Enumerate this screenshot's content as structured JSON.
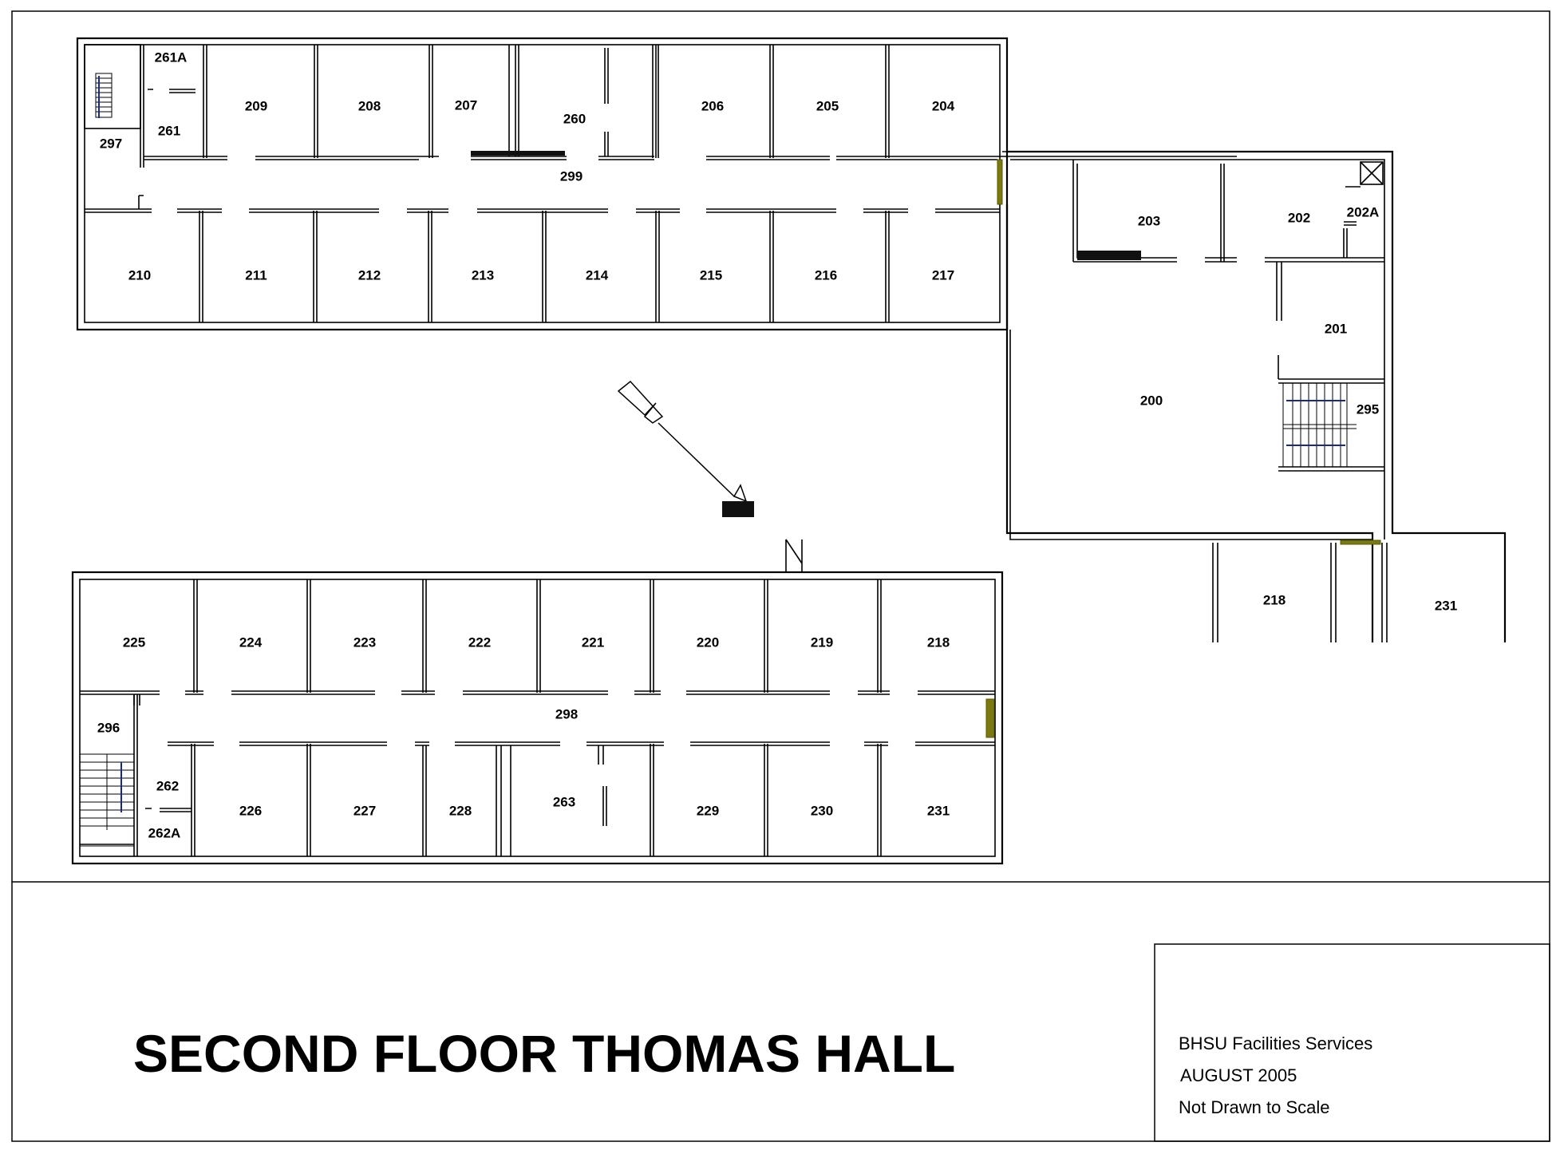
{
  "title": "SECOND FLOOR THOMAS HALL",
  "info": {
    "line1": "BHSU Facilities Services",
    "line2": "AUGUST  2005",
    "line3": "Not Drawn to Scale"
  },
  "rooms": {
    "r261A": "261A",
    "r261": "261",
    "r297": "297",
    "r209": "209",
    "r208": "208",
    "r207": "207",
    "r260": "260",
    "r206": "206",
    "r205": "205",
    "r204": "204",
    "r299": "299",
    "r210": "210",
    "r211": "211",
    "r212": "212",
    "r213": "213",
    "r214": "214",
    "r215": "215",
    "r216": "216",
    "r217": "217",
    "r203": "203",
    "r202": "202",
    "r202A": "202A",
    "r201": "201",
    "r200": "200",
    "r295": "295",
    "r218b": "218",
    "r231b": "231",
    "r225": "225",
    "r224": "224",
    "r223": "223",
    "r222": "222",
    "r221": "221",
    "r220": "220",
    "r219": "219",
    "r218": "218",
    "r298": "298",
    "r296": "296",
    "r262": "262",
    "r262A": "262A",
    "r226": "226",
    "r227": "227",
    "r228": "228",
    "r263": "263",
    "r229": "229",
    "r230": "230",
    "r231": "231"
  },
  "colors": {
    "door": "#7a7a10",
    "stair_line": "#1a2a8a"
  },
  "icons": {
    "north_arrow": "north-arrow-icon"
  }
}
